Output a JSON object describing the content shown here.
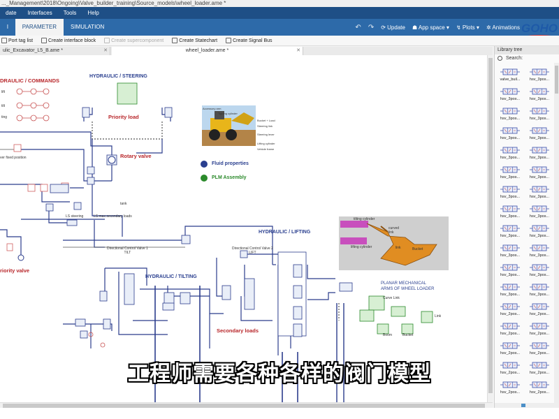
{
  "window": {
    "title": "..._Management\\2018\\Ongoing\\Valve_builder_training\\Source_models\\wheel_loader.ame *"
  },
  "menu": [
    "date",
    "Interfaces",
    "Tools",
    "Help"
  ],
  "ribbon": {
    "tabs": [
      "l",
      "PARAMETER",
      "SIMULATION"
    ],
    "active_tab": "PARAMETER",
    "right_items": [
      "Update",
      "App space",
      "Plots",
      "Animations"
    ],
    "logo": "GOHO"
  },
  "toolbar": {
    "items": [
      {
        "label": "Port tag list",
        "icon": "tag-icon",
        "enabled": true
      },
      {
        "label": "Create interface block",
        "icon": "interface-block-icon",
        "enabled": true
      },
      {
        "label": "Create supercomponent",
        "icon": "supercomponent-icon",
        "enabled": false
      },
      {
        "label": "Create Statechart",
        "icon": "statechart-icon",
        "enabled": true
      },
      {
        "label": "Create Signal Bus",
        "icon": "signal-bus-icon",
        "enabled": true
      }
    ]
  },
  "editor_tabs": [
    {
      "label": "ulic_Excavator_L5_B.ame *",
      "active": false
    },
    {
      "label": "wheel_loader.ame *",
      "active": true
    }
  ],
  "canvas": {
    "titles": {
      "hydraulic_commands": "DRAULIC / COMMANDS",
      "hydraulic_steering": "HYDRAULIC / STEERING",
      "hydraulic_lifting": "HYDRAULIC / LIFTING",
      "hydraulic_tilting": "HYDRAULIC / TILTING",
      "planar_mechanical": "PLANAR MECHANICAL\nARMS OF WHEEL LOADER"
    },
    "red_labels": {
      "priority_load": "Priority load",
      "rotary_valve": "Rotary valve",
      "priority_valve": "riority valve",
      "secondary_loads": "Secondary loads"
    },
    "small_labels": {
      "lift": "lift",
      "ting": "ting",
      "tilt_cmd": "tilt",
      "fixed_position": "ver fixed position",
      "ls_steering": "LS steering",
      "ls_max": "LS max secondary loads",
      "tank": "tank",
      "dcv1": "Directional Control Valve 1\nTILT",
      "dcv2": "Directional Control Valve 2\nLIFT",
      "curve_link": "Curve Link",
      "link": "Link",
      "boom": "Boom",
      "bucket": "Bucket"
    },
    "photo_labels": [
      "Accessory arm",
      "Tipping cylinder",
      "Bucket + Load",
      "Steering link",
      "Steering lever",
      "Lifting cylinder",
      "Vehicle frame"
    ],
    "bucket_labels": [
      "tilting cylinder",
      "curved\nlink",
      "link",
      "lifting cylinder",
      "Bucket"
    ],
    "links": [
      {
        "label": "Fluid properties",
        "icon": "fluid-drop-icon",
        "color": "#2a3f8f"
      },
      {
        "label": "PLM Assembly",
        "icon": "plm-assembly-icon",
        "color": "#2b8a2b"
      }
    ]
  },
  "library": {
    "title": "Library tree",
    "search_label": "Search:",
    "items": [
      "valve_buil...",
      "hsv_3pos...",
      "hsv_3pos...",
      "hsv_3pos...",
      "hsv_3pos...",
      "hsv_3pos...",
      "hsv_3pos...",
      "hsv_3pos...",
      "hsv_3pos...",
      "hsv_3pos...",
      "hsv_3pos...",
      "hsv_3pos...",
      "hsv_3pos...",
      "hsv_3pos...",
      "hsv_3pos...",
      "hsv_3pos...",
      "hsv_3pos...",
      "hsv_3pos...",
      "hsv_3pos...",
      "hsv_3pos...",
      "hsv_3pos...",
      "hsv_3pos...",
      "hsv_3pos...",
      "hsv_3pos...",
      "hsv_2pos...",
      "hsv_2pos...",
      "hsv_2pos...",
      "hsv_2pos...",
      "hsv_2pos...",
      "hsv_2pos...",
      "hsv_2pos...",
      "hsv_2pos...",
      "hsv_2pos...",
      "hsv_2pos..."
    ]
  },
  "subtitle": "工程师需要各种各样的阀门模型",
  "colors": {
    "menubar": "#1e4f86",
    "ribbon": "#2d6aa9",
    "title_blue": "#2a3f8f",
    "label_red": "#b8262a",
    "line_blue": "#2b3c8c",
    "line_gray": "#555555"
  }
}
